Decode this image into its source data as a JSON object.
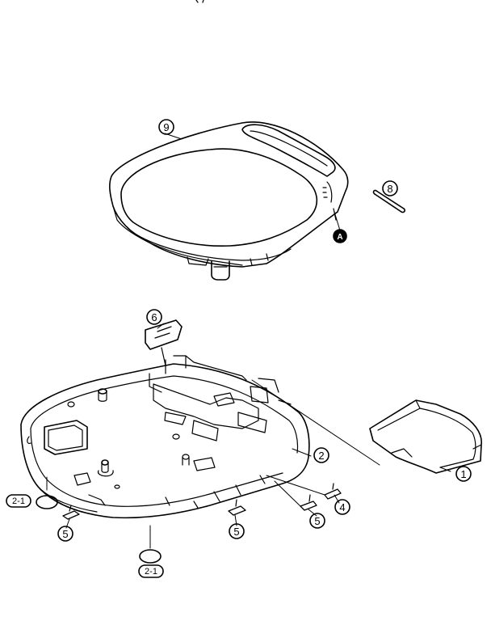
{
  "callouts": [
    {
      "id": "9",
      "text": "9"
    },
    {
      "id": "8",
      "text": "8"
    },
    {
      "id": "A",
      "text": "A"
    },
    {
      "id": "6",
      "text": "6"
    },
    {
      "id": "2",
      "text": "2"
    },
    {
      "id": "1",
      "text": "1"
    },
    {
      "id": "4",
      "text": "4"
    },
    {
      "id": "5a",
      "text": "5"
    },
    {
      "id": "5b",
      "text": "5"
    },
    {
      "id": "5c",
      "text": "5"
    },
    {
      "id": "2-1a",
      "text": "2-1"
    },
    {
      "id": "2-1b",
      "text": "2-1"
    }
  ],
  "colors": {
    "ink": "#000000",
    "paper": "#ffffff"
  }
}
